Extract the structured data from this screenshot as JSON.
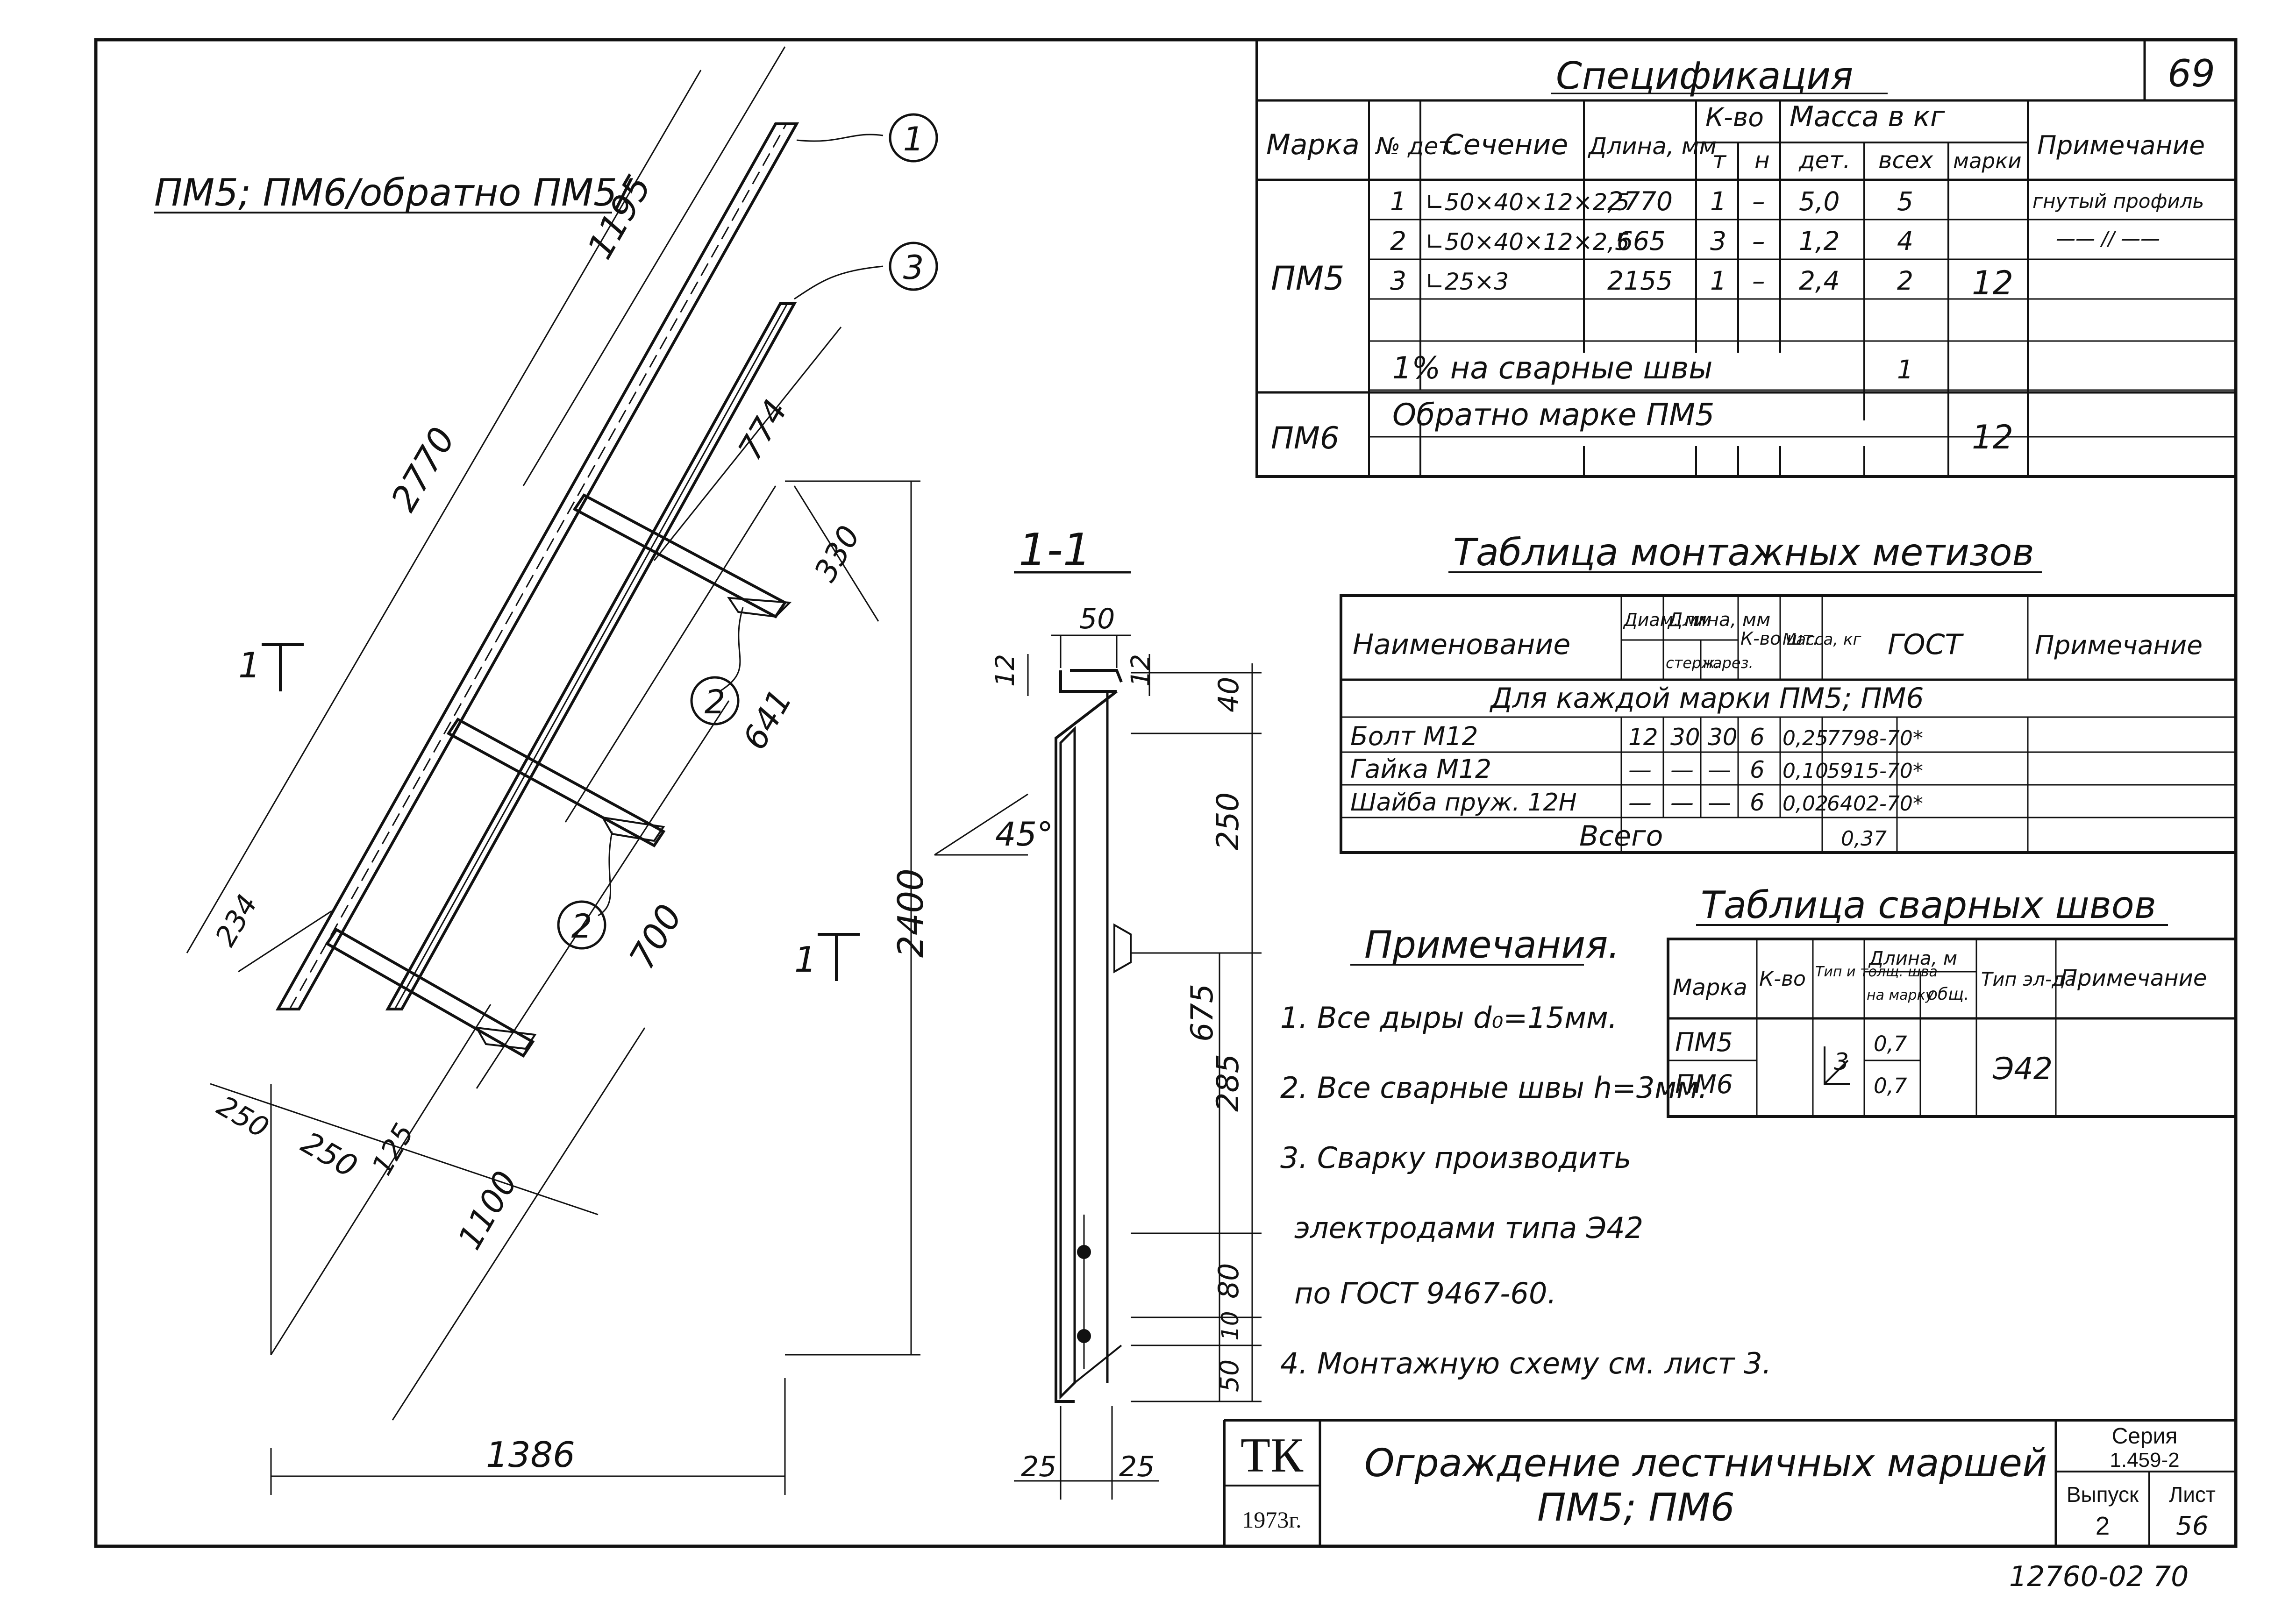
{
  "sheet": {
    "page_number": "69",
    "archive_number": "12760-02  70"
  },
  "drawing": {
    "main_title": "ПМ5; ПМ6/обратно ПМ5/",
    "section_title": "1-1",
    "section_mark": "1",
    "angle_label": "45°",
    "callouts": [
      "1",
      "3",
      "2",
      "2"
    ],
    "main_dims": {
      "d2770": "2770",
      "d1195": "1195",
      "d774": "774",
      "d330": "330",
      "d641": "641",
      "d700": "700",
      "d234": "234",
      "d2400": "2400",
      "d250a": "250",
      "d250b": "250",
      "d125": "125",
      "d1100": "1100",
      "d1386": "1386"
    },
    "section_dims": {
      "w50": "50",
      "d12a": "12",
      "d12b": "12",
      "d40": "40",
      "d250": "250",
      "d285": "285",
      "d675": "675",
      "d80": "80",
      "d10": "10",
      "d50": "50",
      "d25a": "25",
      "d25b": "25"
    }
  },
  "spec": {
    "title": "Спецификация",
    "headers": {
      "mark": "Марка",
      "det_no": "№ дет.",
      "section": "Сечение",
      "length": "Длина, мм",
      "qty": "К-во",
      "qty_t": "т",
      "qty_n": "н",
      "mass": "Масса в кг",
      "mass_det": "дет.",
      "mass_all": "всех",
      "mass_mark": "марки",
      "note": "Примечание"
    },
    "mark_pm5": "ПМ5",
    "rows": [
      {
        "no": "1",
        "section": "∟50×40×12×2,5",
        "length": "2770",
        "t": "1",
        "n": "–",
        "det": "5,0",
        "all": "5",
        "note": "гнутый профиль"
      },
      {
        "no": "2",
        "section": "∟50×40×12×2,5",
        "length": "665",
        "t": "3",
        "n": "–",
        "det": "1,2",
        "all": "4",
        "note": "—— // ——"
      },
      {
        "no": "3",
        "section": "∟25×3",
        "length": "2155",
        "t": "1",
        "n": "–",
        "det": "2,4",
        "all": "2",
        "note": ""
      }
    ],
    "weld_row": {
      "label": "1% на сварные швы",
      "all": "1"
    },
    "pm5_total": "12",
    "mark_pm6": "ПМ6",
    "pm6_text": "Обратно марке ПМ5",
    "pm6_total": "12"
  },
  "fasteners": {
    "title": "Таблица монтажных метизов",
    "headers": {
      "name": "Наименование",
      "diam": "Диам. мм",
      "len": "Длина, мм",
      "len_rod": "стерж.",
      "len_thread": "нарез.",
      "qty": "К-во шт.",
      "mass": "Масса, кг",
      "gost": "ГОСТ",
      "note": "Примечание"
    },
    "group": "Для каждой марки ПМ5; ПМ6",
    "rows": [
      {
        "name": "Болт М12",
        "diam": "12",
        "rod": "30",
        "thread": "30",
        "qty": "6",
        "mass": "0,25",
        "gost": "7798-70*"
      },
      {
        "name": "Гайка М12",
        "diam": "—",
        "rod": "—",
        "thread": "—",
        "qty": "6",
        "mass": "0,10",
        "gost": "5915-70*"
      },
      {
        "name": "Шайба пруж. 12Н",
        "diam": "—",
        "rod": "—",
        "thread": "—",
        "qty": "6",
        "mass": "0,02",
        "gost": "6402-70*"
      }
    ],
    "total_label": "Всего",
    "total_mass": "0,37"
  },
  "welds": {
    "title": "Таблица сварных швов",
    "headers": {
      "mark": "Марка",
      "qty": "К-во",
      "type": "Тип и толщ. шва",
      "len": "Длина, м",
      "len_mark": "на марку",
      "len_total": "общ.",
      "el": "Тип эл-да",
      "note": "Примечание"
    },
    "marks": [
      "ПМ5",
      "ПМ6"
    ],
    "type": "3",
    "len_values": [
      "0,7",
      "0,7"
    ],
    "electrode": "Э42"
  },
  "notes": {
    "title": "Примечания.",
    "items": [
      "1. Все дыры d₀=15мм.",
      "2. Все сварные швы h=3мм.",
      "3. Сварку производить",
      "электродами типа Э42",
      "по ГОСТ 9467-60.",
      "4. Монтажную схему см. лист 3."
    ]
  },
  "title_block": {
    "org": "ТК",
    "year": "1973г.",
    "title_line1": "Ограждение лестничных маршей",
    "title_line2": "ПМ5; ПМ6",
    "series_label": "Серия",
    "series_value": "1.459-2",
    "issue_label": "Выпуск",
    "issue_value": "2",
    "sheet_label": "Лист",
    "sheet_value": "56"
  }
}
